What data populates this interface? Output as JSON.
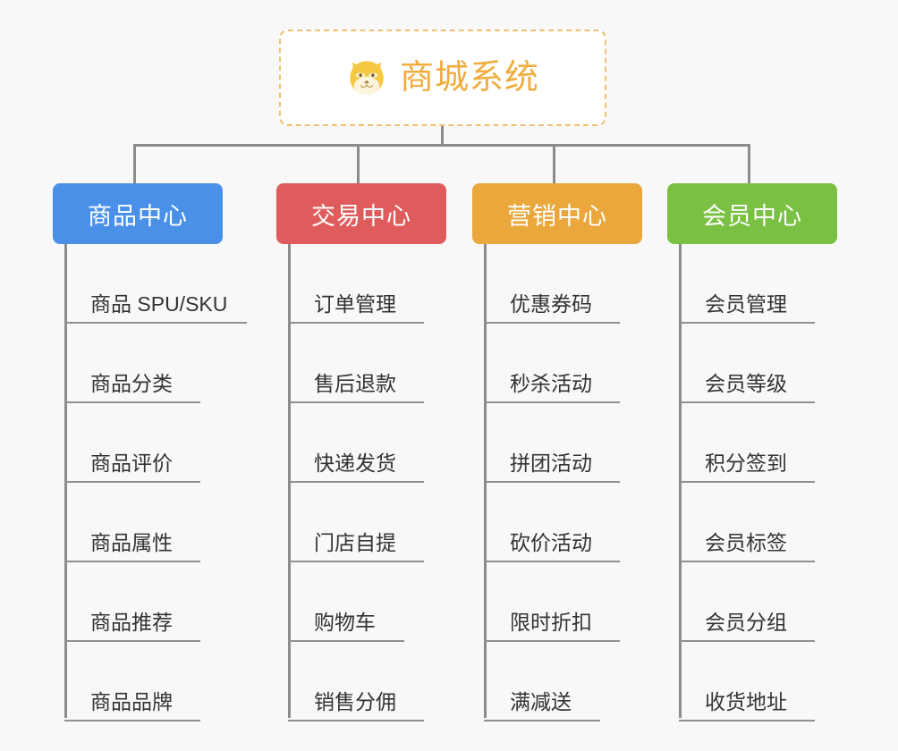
{
  "page": {
    "background_color": "#f8f8f8",
    "type": "mind-map-diagram"
  },
  "root": {
    "title": "商城系统",
    "icon": "shiba-dog-face-icon",
    "text_color": "#f0ad3e",
    "border_color": "#f0c070",
    "background_color": "#ffffff"
  },
  "branches": [
    {
      "label": "商品中心",
      "color": "#4a90e8",
      "items": [
        "商品 SPU/SKU",
        "商品分类",
        "商品评价",
        "商品属性",
        "商品推荐",
        "商品品牌"
      ]
    },
    {
      "label": "交易中心",
      "color": "#e05c5c",
      "items": [
        "订单管理",
        "售后退款",
        "快递发货",
        "门店自提",
        "购物车",
        "销售分佣"
      ]
    },
    {
      "label": "营销中心",
      "color": "#eaa73c",
      "items": [
        "优惠券码",
        "秒杀活动",
        "拼团活动",
        "砍价活动",
        "限时折扣",
        "满减送"
      ]
    },
    {
      "label": "会员中心",
      "color": "#7ac143",
      "items": [
        "会员管理",
        "会员等级",
        "积分签到",
        "会员标签",
        "会员分组",
        "收货地址"
      ]
    }
  ],
  "connectors": {
    "color": "#8c8c8c",
    "rail_color": "#8c8c8c",
    "underline_color": "#909090"
  }
}
